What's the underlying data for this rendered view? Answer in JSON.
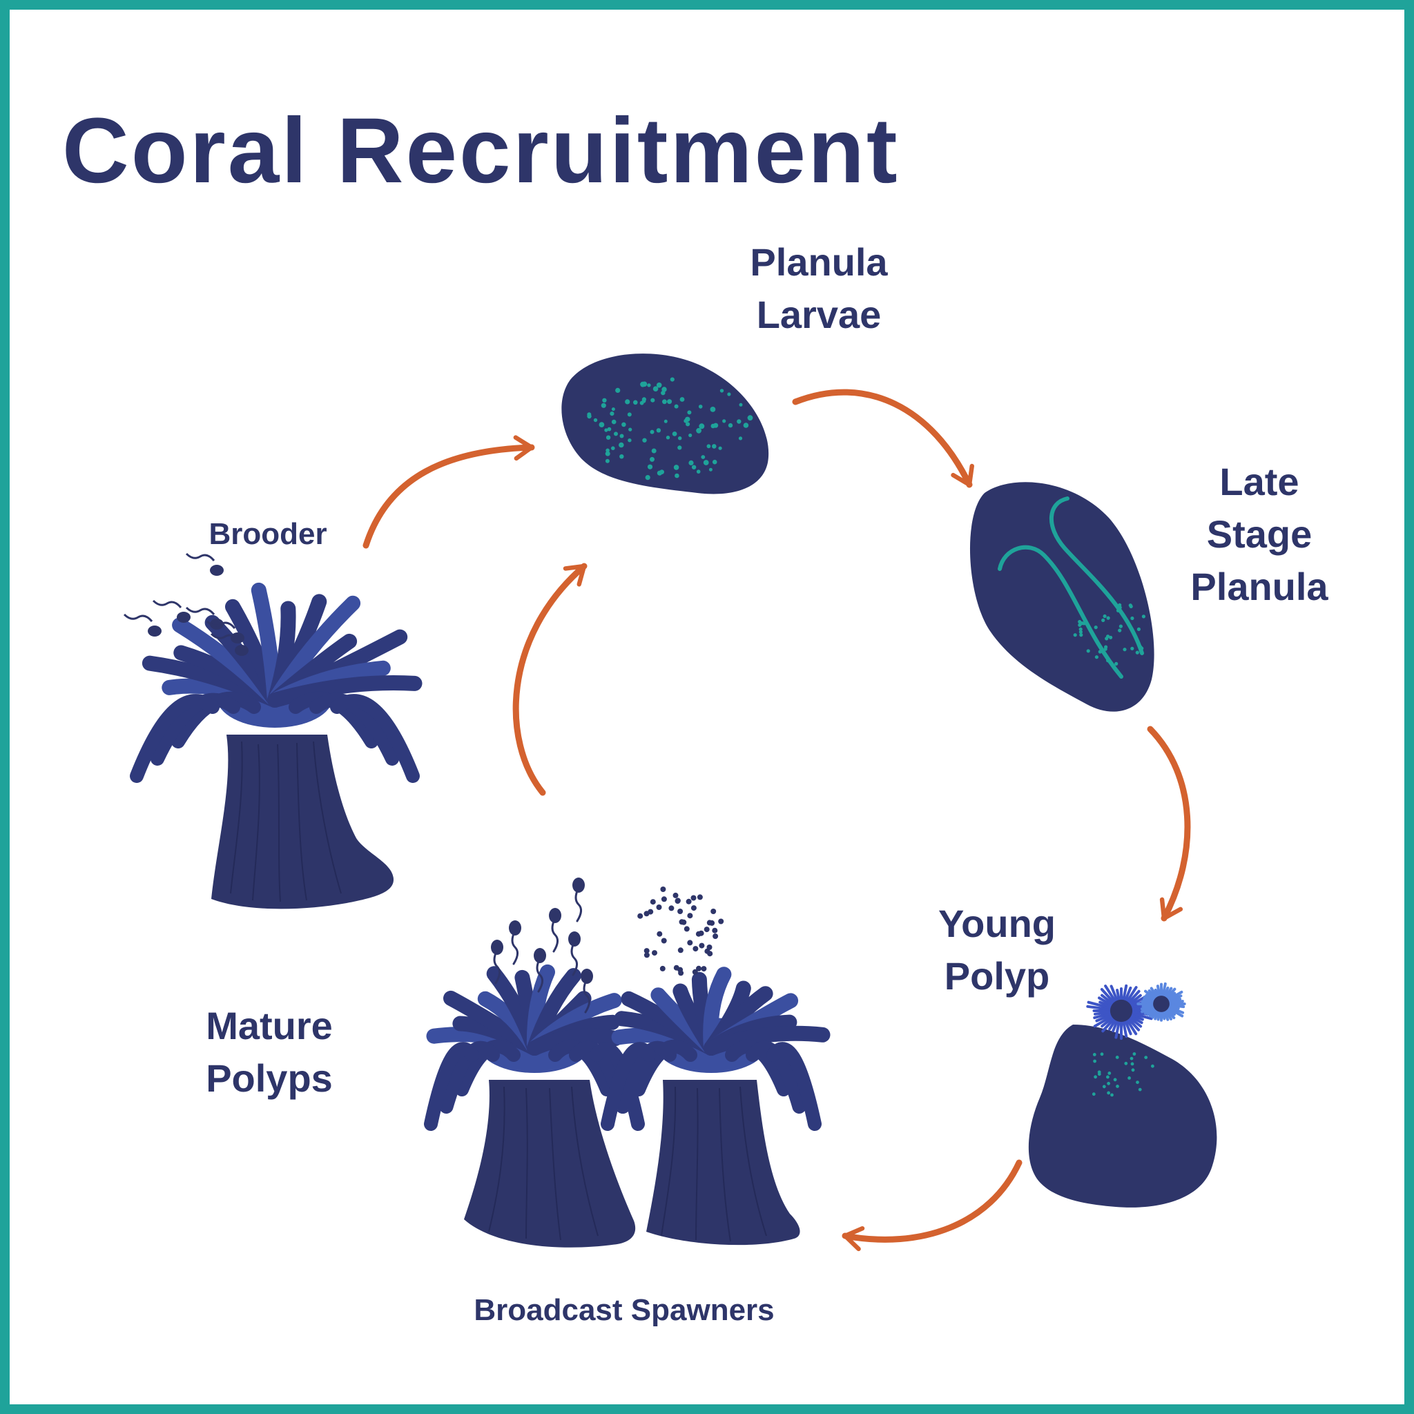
{
  "title": "Coral Recruitment",
  "stages": {
    "planula_larvae": [
      "Planula",
      "Larvae"
    ],
    "late_stage_planula": [
      "Late",
      "Stage",
      "Planula"
    ],
    "young_polyp": [
      "Young",
      "Polyp"
    ],
    "mature_polyps": [
      "Mature",
      "Polyps"
    ]
  },
  "sublabels": {
    "brooder": "Brooder",
    "broadcast_spawners": "Broadcast Spawners"
  },
  "colors": {
    "border": "#1fa39a",
    "navy": "#2e3569",
    "polyp_body": "#2f3a7c",
    "polyp_light": "#3b4fa0",
    "dot_teal": "#1fa39a",
    "arrow": "#d4622f"
  }
}
